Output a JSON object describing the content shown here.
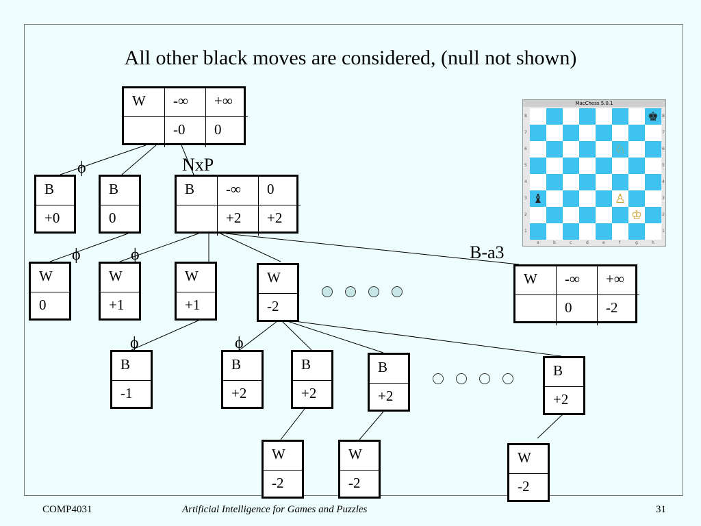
{
  "title": "All other black moves are considered, (null not shown)",
  "edge_labels": {
    "nxp": "NxP",
    "b_a3": "B-a3",
    "phi": "ϕ"
  },
  "nodes": {
    "root": {
      "player": "W",
      "alpha": "-∞",
      "beta": "+∞",
      "value": "-0",
      "bound": "0"
    },
    "b1": {
      "player": "B",
      "value": "+0"
    },
    "b2": {
      "player": "B",
      "value": "0"
    },
    "b3": {
      "player": "B",
      "alpha": "-∞",
      "beta": "0",
      "value": "+2",
      "bound": "+2"
    },
    "w1": {
      "player": "W",
      "value": "0"
    },
    "w2": {
      "player": "W",
      "value": "+1"
    },
    "w3": {
      "player": "W",
      "value": "+1"
    },
    "w4": {
      "player": "W",
      "value": "-2"
    },
    "w5": {
      "player": "W",
      "alpha": "-∞",
      "beta": "+∞",
      "value": "0",
      "bound": "-2"
    },
    "bb1": {
      "player": "B",
      "value": "-1"
    },
    "bb2": {
      "player": "B",
      "value": "+2"
    },
    "bb3": {
      "player": "B",
      "value": "+2"
    },
    "bb4": {
      "player": "B",
      "value": "+2"
    },
    "bb5": {
      "player": "B",
      "value": "+2"
    },
    "ww1": {
      "player": "W",
      "value": "-2"
    },
    "ww2": {
      "player": "W",
      "value": "-2"
    },
    "ww3": {
      "player": "W",
      "value": "-2"
    }
  },
  "board": {
    "title": "MacChess 5.0.1",
    "light_color": "#ffffff",
    "dark_color": "#3ec3f0",
    "pieces": [
      {
        "square": "h8",
        "piece": "♚",
        "color": "black"
      },
      {
        "square": "f6",
        "piece": "♘",
        "color": "white"
      },
      {
        "square": "a3",
        "piece": "♝",
        "color": "black"
      },
      {
        "square": "f3",
        "piece": "♙",
        "color": "white"
      },
      {
        "square": "g2",
        "piece": "♔",
        "color": "white"
      }
    ],
    "ranks": [
      "8",
      "7",
      "6",
      "5",
      "4",
      "3",
      "2",
      "1"
    ],
    "files": [
      "a",
      "b",
      "c",
      "d",
      "e",
      "f",
      "g",
      "h"
    ]
  },
  "footer": {
    "course": "COMP4031",
    "subtitle": "Artificial Intelligence for Games and Puzzles",
    "page": "31"
  }
}
